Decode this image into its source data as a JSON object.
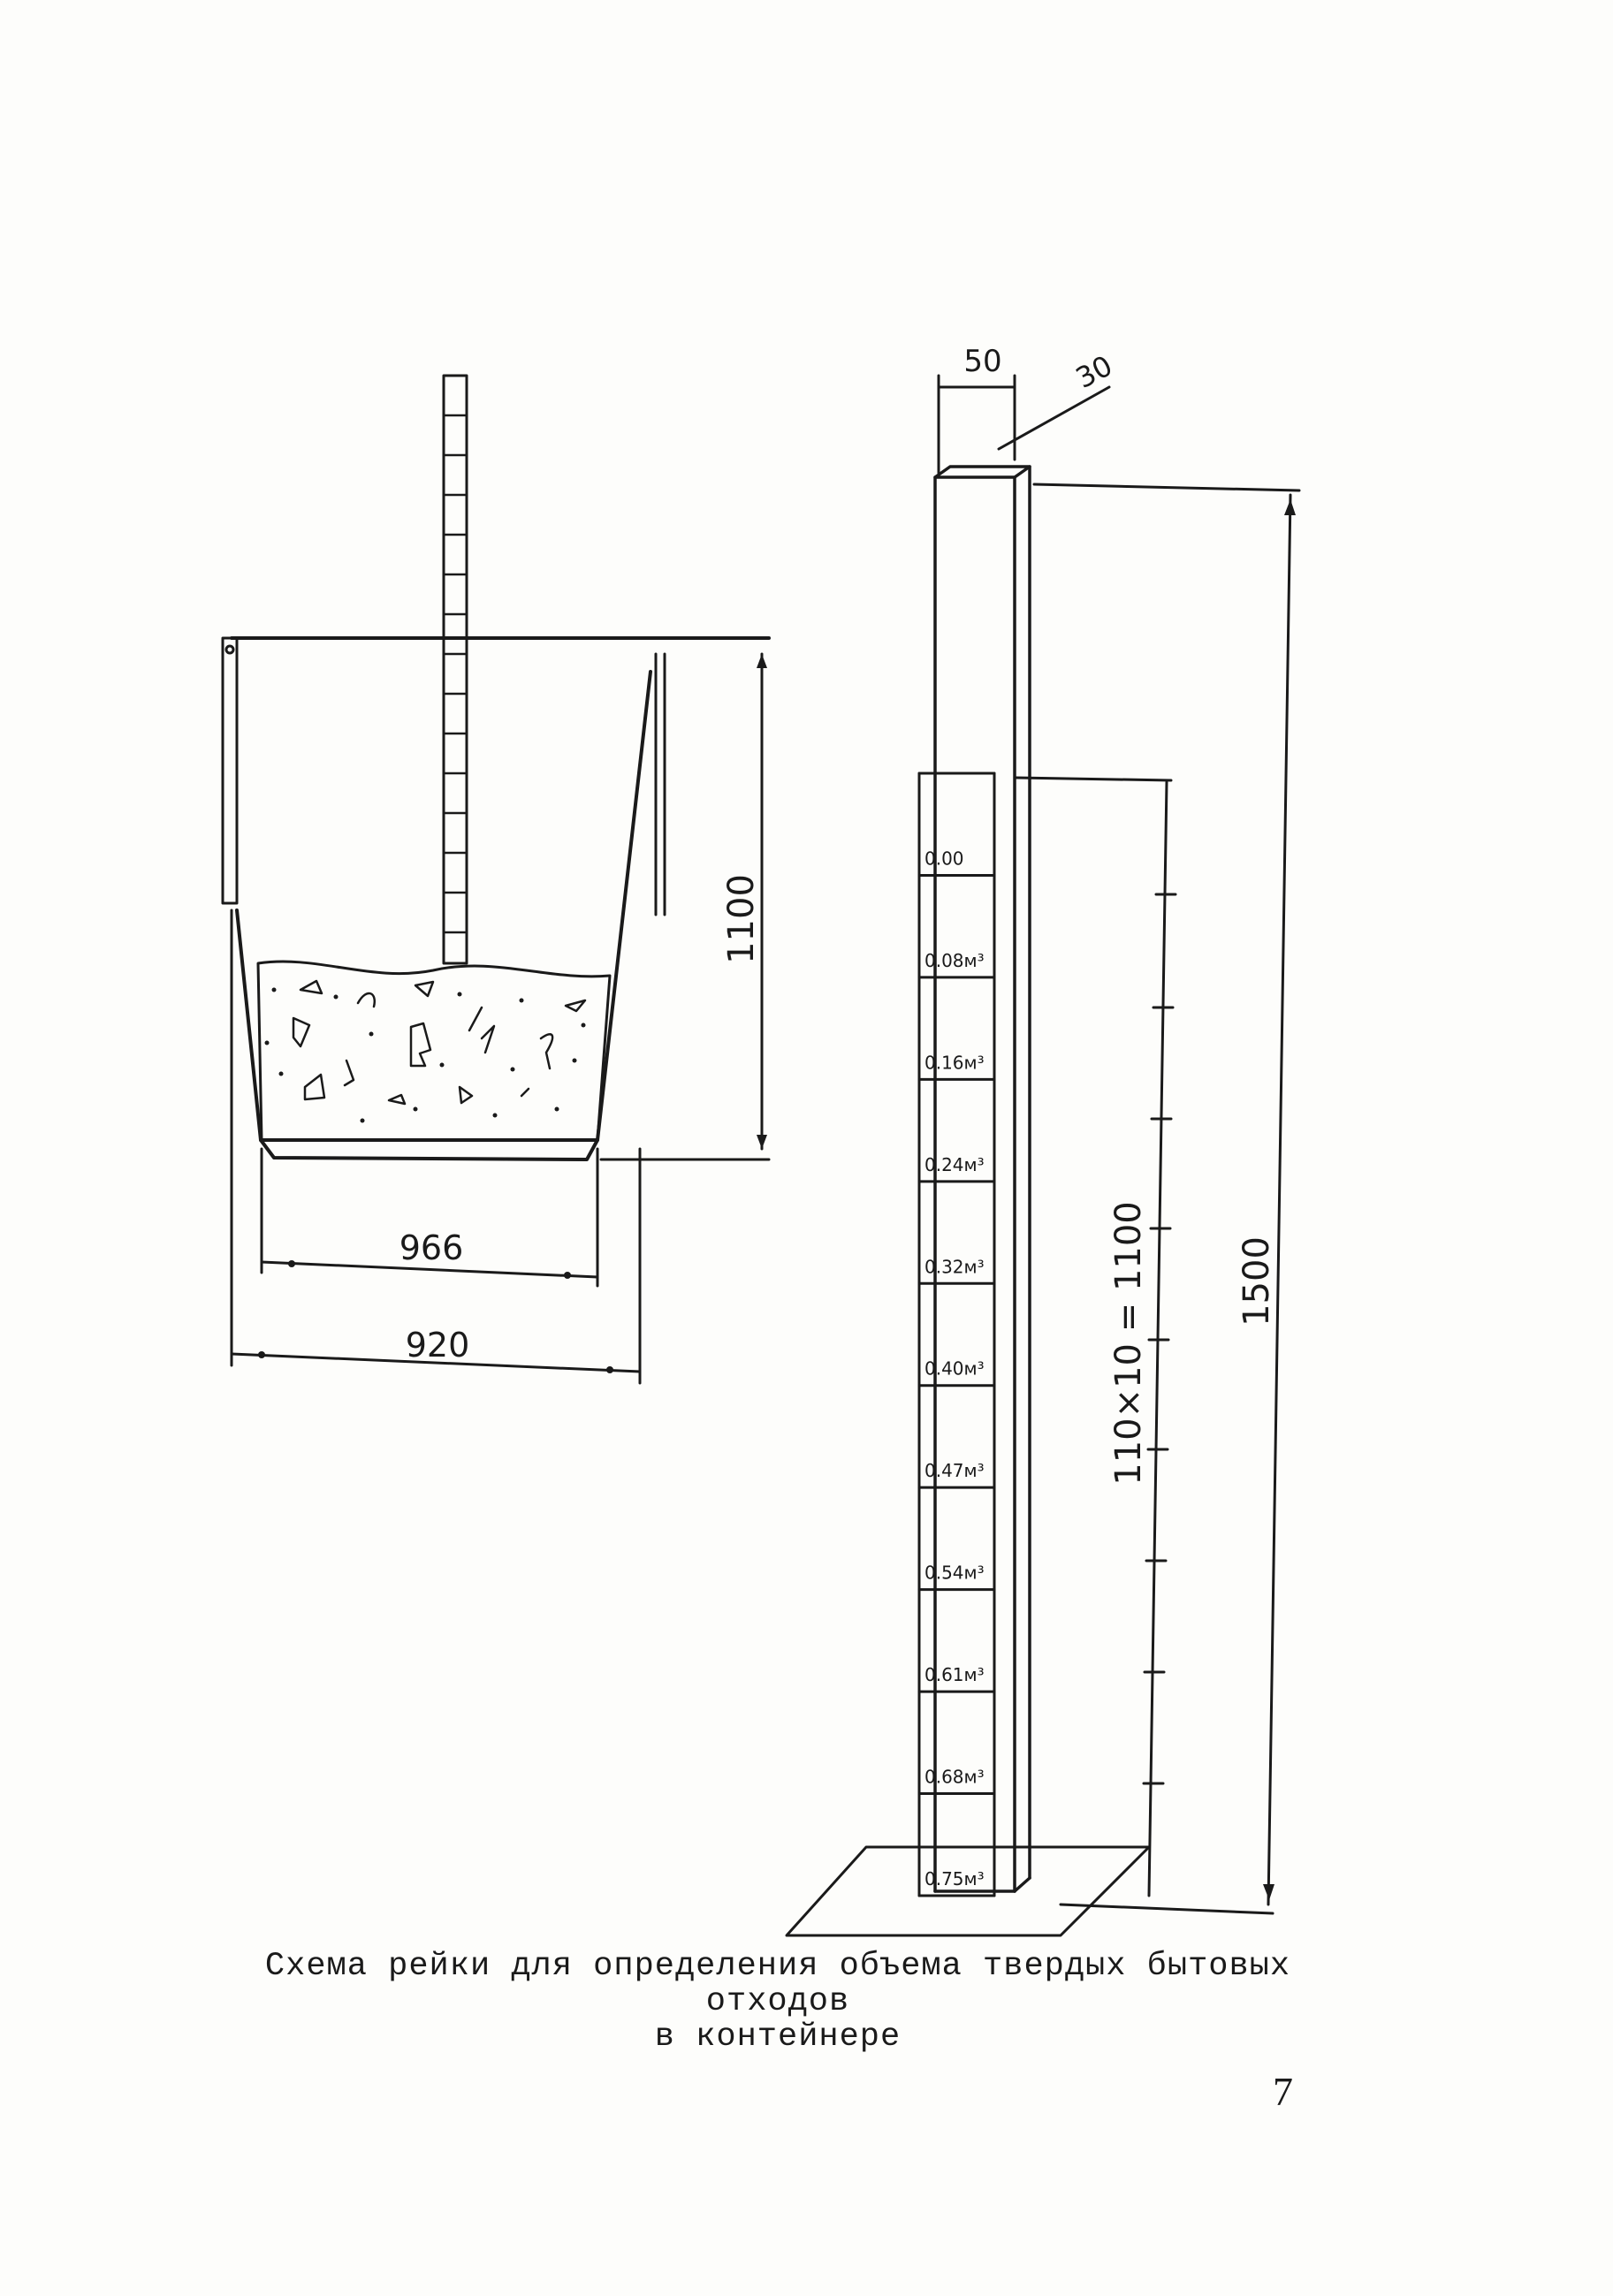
{
  "dimensions": {
    "container_height": "1100",
    "bottom_width": "966",
    "top_width": "920",
    "rod_width": "50",
    "rod_depth": "30",
    "rod_height": "1500",
    "marked_length": "110×10 = 1100"
  },
  "scale_marks": [
    "0.00",
    "0.08м³",
    "0.16м³",
    "0.24м³",
    "0.32м³",
    "0.40м³",
    "0.47м³",
    "0.54м³",
    "0.61м³",
    "0.68м³",
    "0.75м³"
  ],
  "caption": {
    "line1": "Схема рейки для определения объема твердых бытовых отходов",
    "line2": "в контейнере"
  },
  "page_number": "7"
}
